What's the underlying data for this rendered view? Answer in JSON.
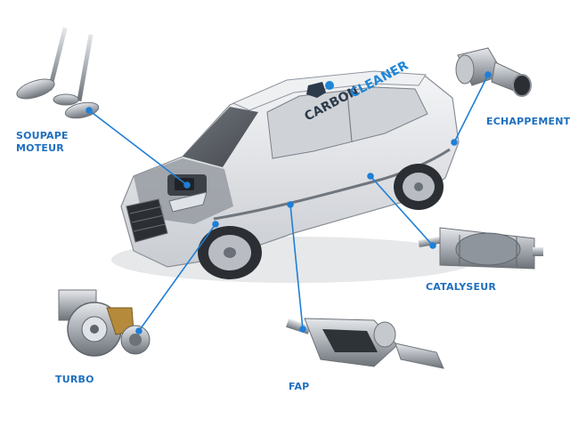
{
  "colors": {
    "label": "#1e6fbf",
    "leader": "#1f7fd6",
    "brand_dark": "#2c3a4a",
    "brand_blue": "#1f86d6",
    "car_body": "#e8eaed",
    "car_shadow": "#b8bcc2",
    "metal": "#9aa0a6"
  },
  "brand": {
    "word1": "CARBON",
    "word2": "CLEANER"
  },
  "labels": {
    "soupape_line1": "SOUPAPE",
    "soupape_line2": "MOTEUR",
    "echappement": "ECHAPPEMENT",
    "catalyseur": "CATALYSEUR",
    "turbo": "TURBO",
    "fap": "FAP"
  },
  "icons": {
    "car": "car-illustration",
    "valve": "valve-icon",
    "muffler": "exhaust-muffler-icon",
    "catalyst": "catalytic-converter-icon",
    "turbo": "turbocharger-icon",
    "dpf": "particulate-filter-icon"
  }
}
